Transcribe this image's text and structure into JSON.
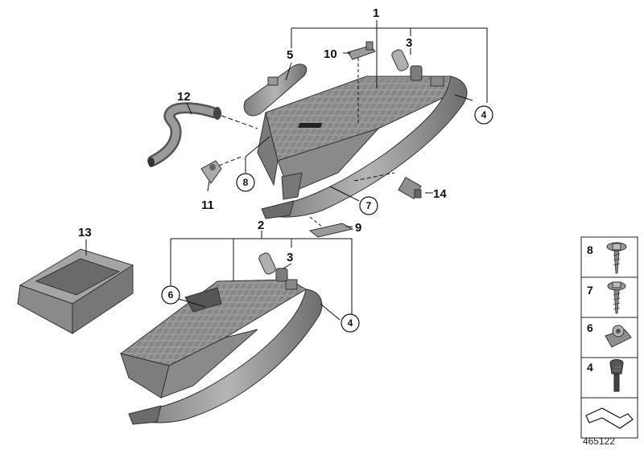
{
  "callouts": {
    "c1": "1",
    "c2": "2",
    "c3a": "3",
    "c3b": "3",
    "c5": "5",
    "c9": "9",
    "c10": "10",
    "c11": "11",
    "c12": "12",
    "c13": "13",
    "c14": "14"
  },
  "circled": {
    "c4a": "4",
    "c4b": "4",
    "c6": "6",
    "c7": "7",
    "c8": "8"
  },
  "legend": [
    "8",
    "7",
    "6",
    "4"
  ],
  "reference_number": "465122",
  "colors": {
    "part_fill": "#8f8f8f",
    "part_dark": "#5e5e5e",
    "part_light": "#b9b9b9",
    "line": "#111111"
  }
}
